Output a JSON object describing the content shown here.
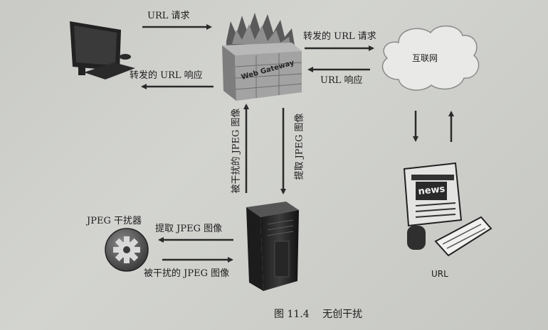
{
  "labels": {
    "url_request": "URL 请求",
    "forwarded_response": "转发的 URL 响应",
    "forwarded_request": "转发的 URL 请求",
    "url_response": "URL 响应",
    "jpeg_disrupted_up": "被干扰的 JPEG 图像",
    "jpeg_extract_down": "提取 JPEG 图像",
    "jpeg_disruptor": "JPEG 干扰器",
    "extract_jpeg_left": "提取 JPEG 图像",
    "disrupted_jpeg_right": "被干扰的 JPEG 图像",
    "internet": "互联网",
    "url_caption": "URL",
    "web_gateway": "Web Gateway",
    "news": "news"
  },
  "caption": {
    "figure_number": "图 11.4",
    "figure_title": "无创干扰"
  },
  "icons": [
    "computer-icon",
    "firewall-icon",
    "cloud-icon",
    "news-icon",
    "server-icon",
    "gear-icon"
  ]
}
